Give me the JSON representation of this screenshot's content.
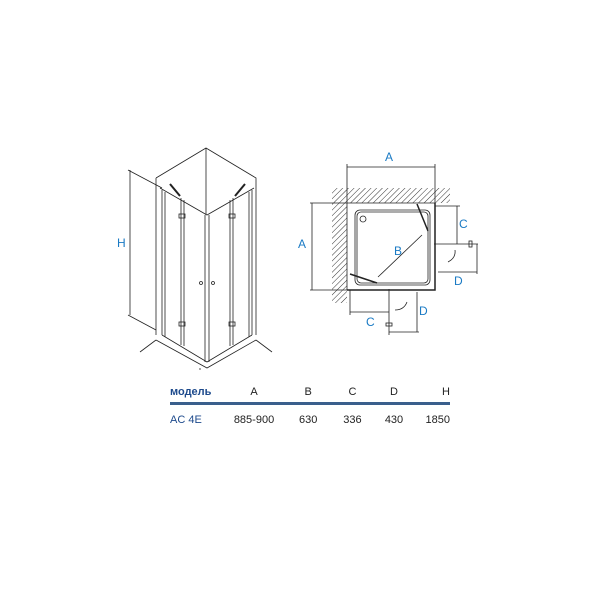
{
  "perspective_view": {
    "dimension_label": "H"
  },
  "plan_view": {
    "labels": {
      "top_width": "A",
      "left_height": "A",
      "diagonal": "B",
      "right_door_width": "C",
      "bottom_door_width": "C",
      "right_door_swing": "D",
      "bottom_door_swing": "D"
    }
  },
  "spec_table": {
    "headers": [
      "модель",
      "A",
      "B",
      "C",
      "D",
      "H"
    ],
    "rows": [
      [
        "AC 4E",
        "885-900",
        "630",
        "336",
        "430",
        "1850"
      ]
    ]
  },
  "colors": {
    "label_blue": "#1a7ac4",
    "table_model_blue": "#1d4a8c",
    "table_rule": "#3a5f8c"
  }
}
